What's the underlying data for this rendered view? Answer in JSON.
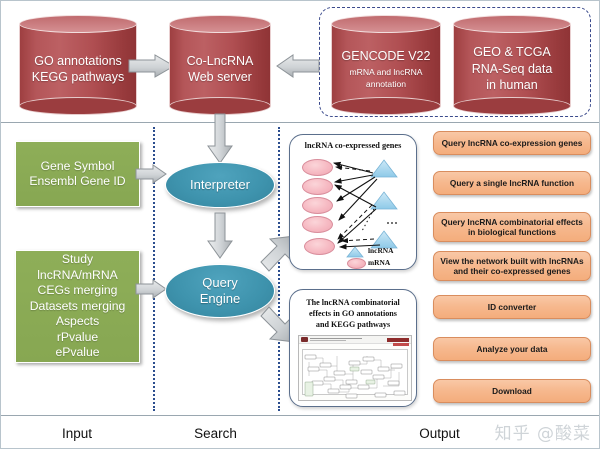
{
  "figure": {
    "sources": [
      {
        "id": "go-kegg",
        "line1": "GO annotations",
        "line2": "KEGG pathways"
      },
      {
        "id": "server",
        "line1": "Co-LncRNA",
        "line2": "Web server"
      },
      {
        "id": "gencode",
        "line1": "GENCODE V22",
        "line2": "mRNA and lncRNA",
        "line3": "annotation"
      },
      {
        "id": "geo-tcga",
        "line1": "GEO & TCGA",
        "line2": "RNA-Seq data",
        "line3": "in human"
      }
    ]
  },
  "input": {
    "box1": [
      "Gene Symbol",
      "Ensembl Gene ID"
    ],
    "box2": [
      "Study",
      "lncRNA/mRNA",
      "CEGs merging",
      "Datasets merging",
      "Aspects",
      "rPvalue",
      "ePvalue"
    ]
  },
  "search": {
    "interpreter": "Interpreter",
    "query_engine_line1": "Query",
    "query_engine_line2": "Engine"
  },
  "output": {
    "panel1": {
      "title": "lncRNA co-expressed genes",
      "legend": [
        {
          "shape": "triangle",
          "label": "lncRNA"
        },
        {
          "shape": "ellipse",
          "label": "mRNA"
        }
      ]
    },
    "panel2": {
      "title_lines": [
        "The lncRNA  combinatorial",
        "effects in GO annotations",
        "and KEGG pathways"
      ]
    },
    "buttons": [
      "Query lncRNA co-expression genes",
      "Query a single lncRNA function",
      "Query lncRNA combinatorial effects in biological functions",
      "View the network built with lncRNAs and their co-expressed genes",
      "ID converter",
      "Analyze your data",
      "Download"
    ]
  },
  "columns": [
    {
      "label": "Input"
    },
    {
      "label": "Search"
    },
    {
      "label": "Output"
    }
  ],
  "watermark": "知乎 @酸菜",
  "colors": {
    "cylinder_red": "#b04f52",
    "green_box": "#8aaa55",
    "teal_ellipse": "#3e93ad",
    "orange_button": "#f6b98f",
    "dashed_group": "#3b4a8c",
    "divider": "#2b4d8e",
    "mrna_pink": "#f6b9c2",
    "lncrna_blue": "#9fd3ef"
  }
}
